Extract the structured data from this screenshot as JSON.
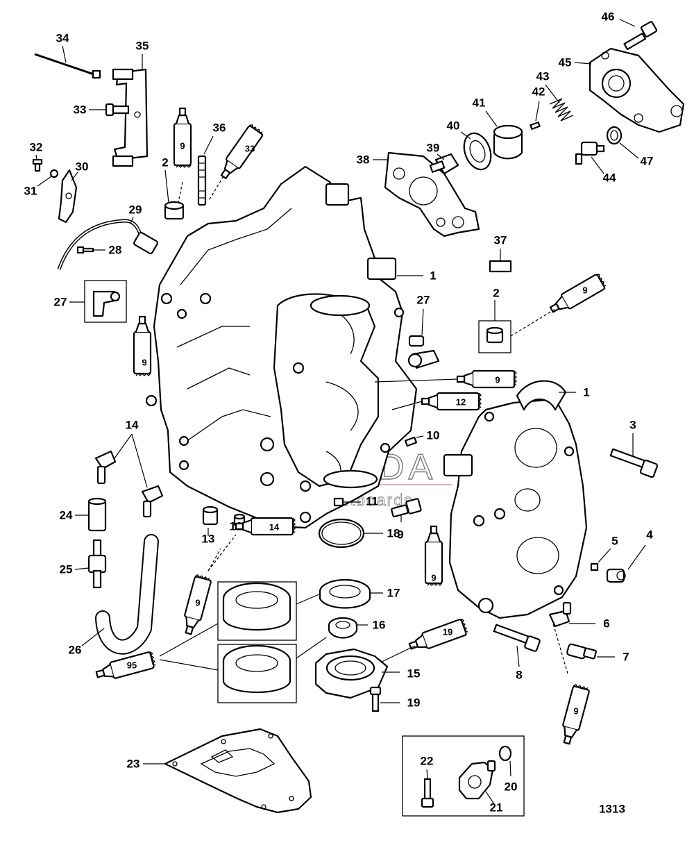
{
  "diagram_id": "1313",
  "watermark": {
    "brand": "ARMADA",
    "tagline": "marine outboards",
    "accent": "#e58ab8"
  },
  "callouts": {
    "c1a": "1",
    "c1b": "1",
    "c2a": "2",
    "c2b": "2",
    "c3": "3",
    "c4": "4",
    "c5": "5",
    "c6": "6",
    "c7": "7",
    "c8": "8",
    "c9": "9",
    "c10": "10",
    "c11": "11",
    "c12": "12",
    "c13": "13",
    "c14": "14",
    "c15": "15",
    "c16": "16",
    "c17": "17",
    "c18": "18",
    "c19": "19",
    "c20": "20",
    "c21": "21",
    "c22": "22",
    "c23": "23",
    "c24": "24",
    "c25": "25",
    "c26": "26",
    "c27a": "27",
    "c27b": "27",
    "c28": "28",
    "c29": "29",
    "c30": "30",
    "c31": "31",
    "c32": "32",
    "c33": "33",
    "c34": "34",
    "c35": "35",
    "c36": "36",
    "c37": "37",
    "c38": "38",
    "c39": "39",
    "c40": "40",
    "c41": "41",
    "c42": "42",
    "c43": "43",
    "c44": "44",
    "c45": "45",
    "c46": "46",
    "c47": "47"
  },
  "tubes": {
    "t9a": "9",
    "t33": "33",
    "t9b": "9",
    "t9c": "9",
    "t9d": "9",
    "t12": "12",
    "t14": "14",
    "t9e": "9",
    "t9f": "9",
    "t19": "19",
    "t95": "95",
    "t9g": "9"
  }
}
